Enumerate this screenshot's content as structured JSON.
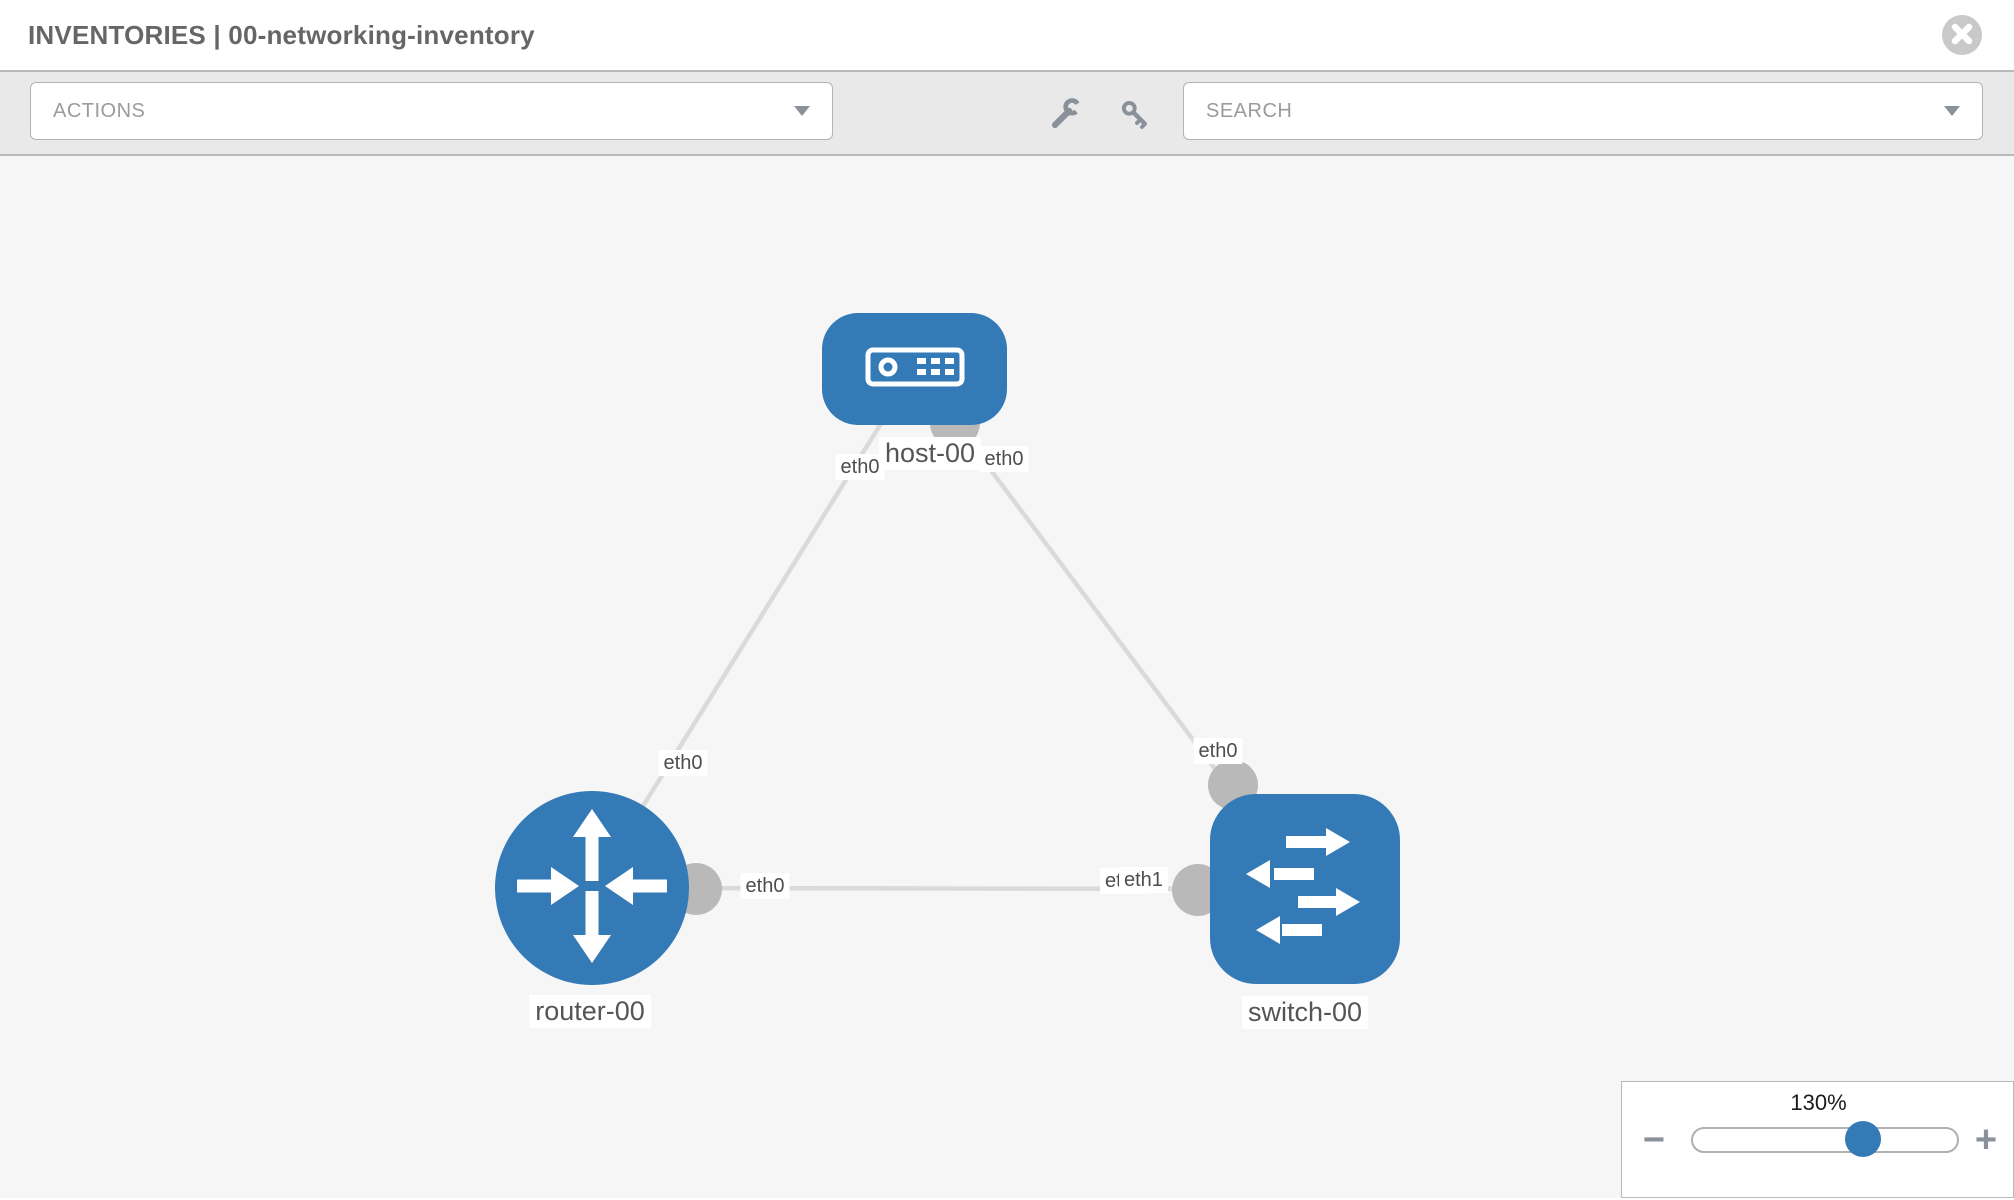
{
  "header": {
    "title": "INVENTORIES | 00-networking-inventory"
  },
  "toolbar": {
    "actions_label": "ACTIONS",
    "search_label": "SEARCH"
  },
  "topology": {
    "nodes": [
      {
        "name": "host-00",
        "type": "host"
      },
      {
        "name": "router-00",
        "type": "router"
      },
      {
        "name": "switch-00",
        "type": "switch"
      }
    ],
    "links": [
      {
        "from": "router-00",
        "from_interface": "eth0",
        "to": "host-00",
        "to_interface": "eth0"
      },
      {
        "from": "switch-00",
        "from_interface": "eth0",
        "to": "host-00",
        "to_interface": "eth0"
      },
      {
        "from": "router-00",
        "from_interface": "eth0",
        "to": "switch-00",
        "to_interface": "eth1"
      }
    ],
    "interface_labels": {
      "host_left": "eth0",
      "host_right": "eth0",
      "router_top": "eth0",
      "router_right": "eth0",
      "switch_top": "eth0",
      "switch_left_back": "eth0",
      "switch_left_front": "eth1"
    },
    "colors": {
      "node_blue": "#337ab7",
      "link_gray": "#dadada",
      "connector_gray": "#b9b9b9"
    }
  },
  "zoom_control": {
    "level": "130%",
    "minus_label": "−",
    "plus_label": "+",
    "value_percent": 65
  }
}
